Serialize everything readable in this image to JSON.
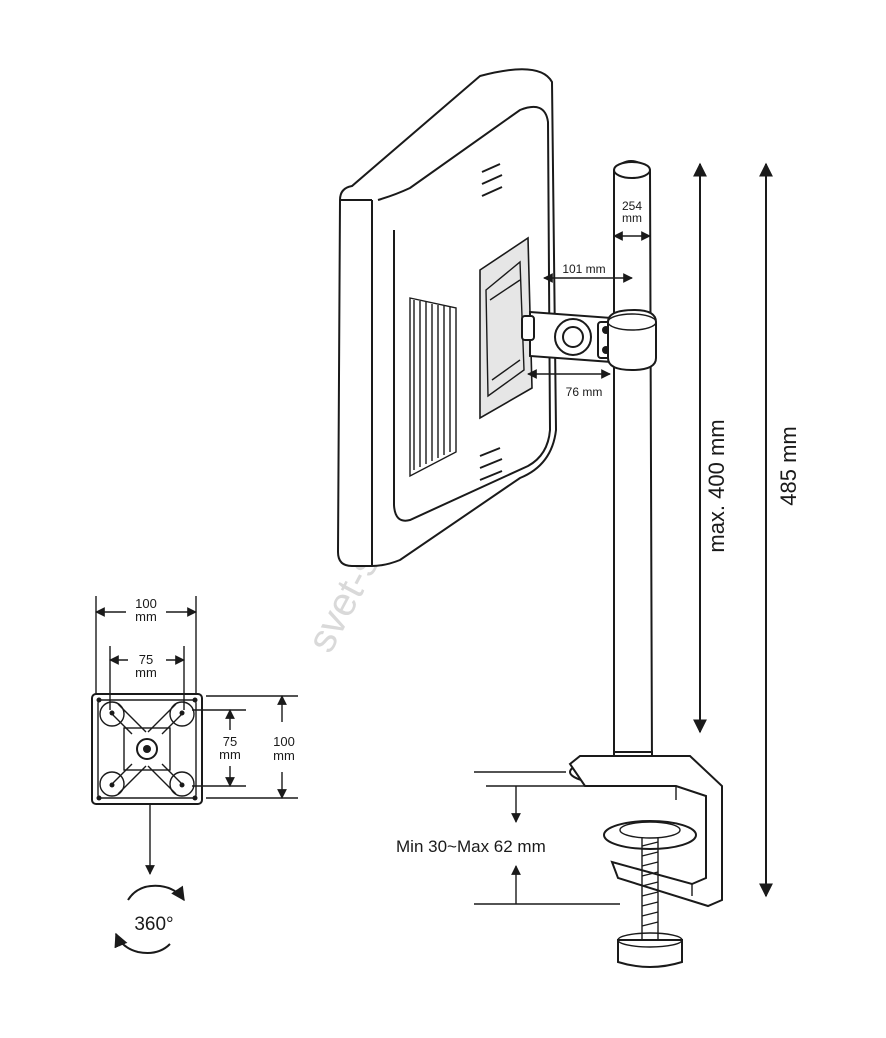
{
  "labels": {
    "pole_diameter_value": "254",
    "pole_diameter_unit": "mm",
    "arm_offset_top": "101 mm",
    "arm_offset_bottom": "76 mm",
    "height_max": "max. 400 mm",
    "height_total": "485 mm",
    "vesa_outer_w_value": "100",
    "vesa_outer_w_unit": "mm",
    "vesa_inner_w_value": "75",
    "vesa_inner_w_unit": "mm",
    "vesa_inner_h_value": "75",
    "vesa_inner_h_unit": "mm",
    "vesa_outer_h_value": "100",
    "vesa_outer_h_unit": "mm",
    "clamp_range": "Min 30~Max 62 mm",
    "rotation": "360°"
  },
  "watermark": "svet-svitidel.cz",
  "colors": {
    "line": "#1a1a1a",
    "background": "#ffffff",
    "watermark": "#d9d9d9"
  },
  "icons": [
    "monitor-back-view",
    "vesa-plate",
    "pole",
    "desk-clamp",
    "rotation-arrows-icon"
  ]
}
